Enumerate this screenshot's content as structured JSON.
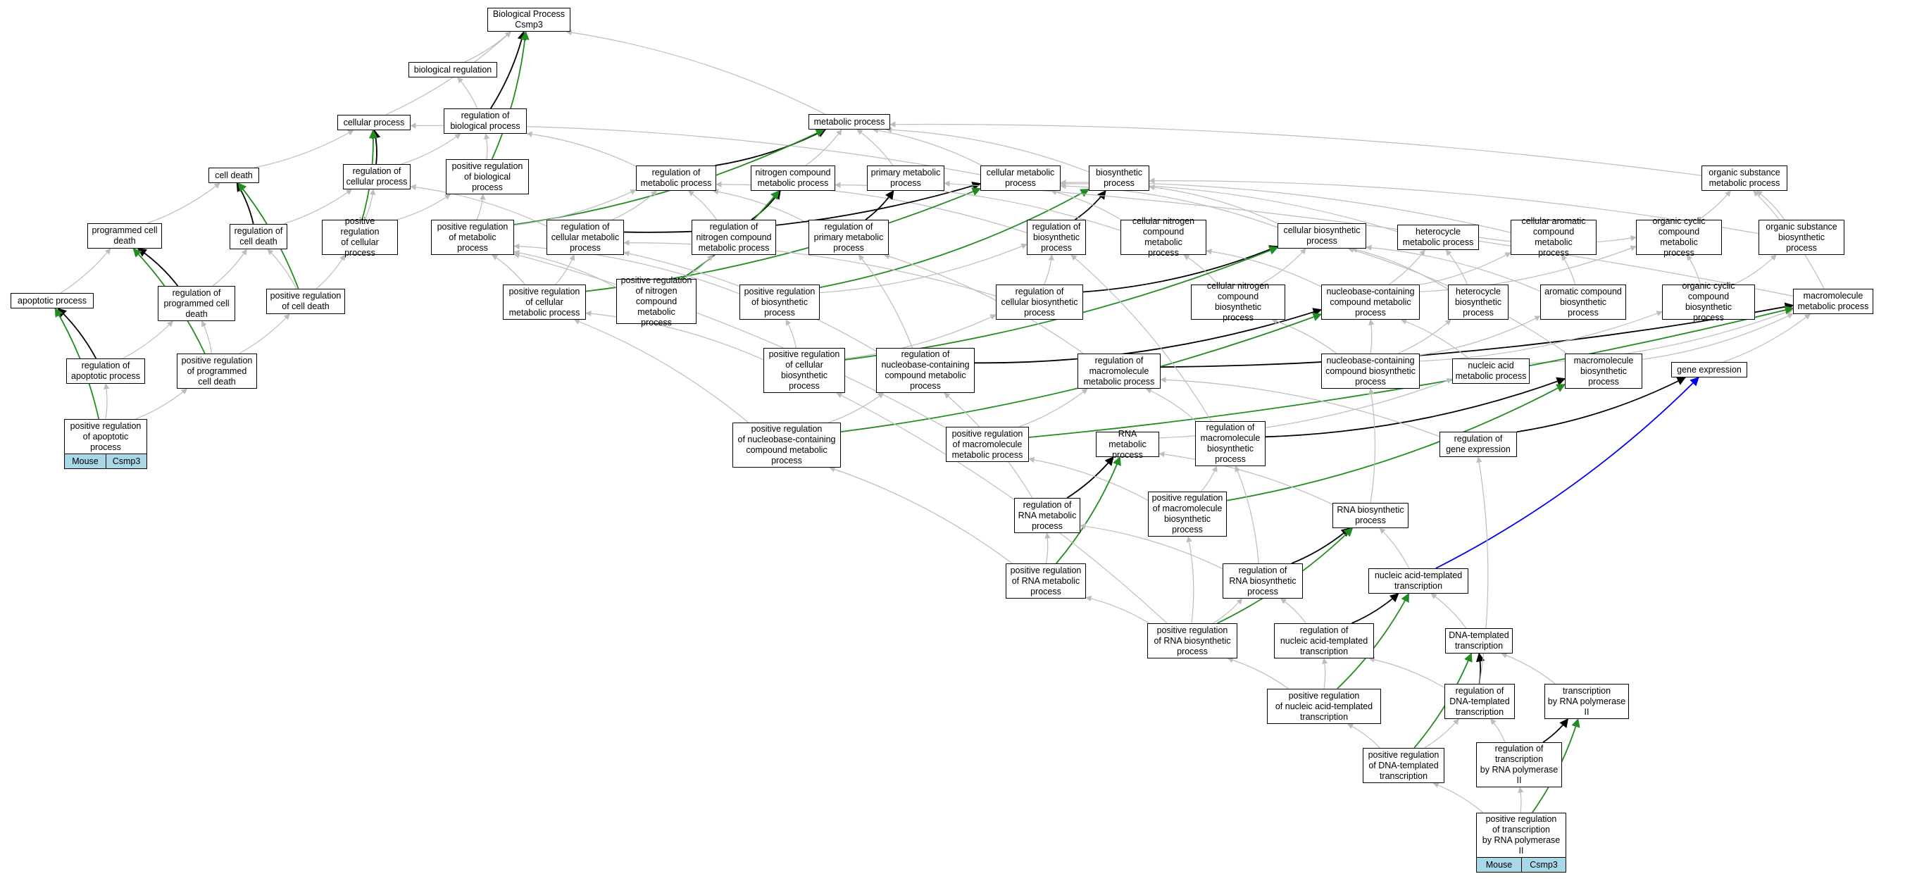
{
  "diagram": {
    "colors": {
      "is_a": "#bdbdbd",
      "regulates": "#000000",
      "positively_regulates": "#228b22",
      "part_of": "#0000ee",
      "annotation_fill": "#a8d8e8"
    },
    "nodes": [
      {
        "id": "bp",
        "label": "Biological Process\nCsmp3"
      },
      {
        "id": "bioreg",
        "label": "biological regulation"
      },
      {
        "id": "regbp",
        "label": "regulation of\nbiological process"
      },
      {
        "id": "cellproc",
        "label": "cellular process"
      },
      {
        "id": "posregbp",
        "label": "positive regulation\nof biological\nprocess"
      },
      {
        "id": "regcell",
        "label": "regulation of\ncellular process"
      },
      {
        "id": "celldeath",
        "label": "cell death"
      },
      {
        "id": "progcd",
        "label": "programmed cell\ndeath"
      },
      {
        "id": "regcd",
        "label": "regulation of\ncell death"
      },
      {
        "id": "posregcell",
        "label": "positive regulation\nof cellular\nprocess"
      },
      {
        "id": "apop",
        "label": "apoptotic process"
      },
      {
        "id": "regpcd",
        "label": "regulation of\nprogrammed cell\ndeath"
      },
      {
        "id": "posregcd",
        "label": "positive regulation\nof cell death"
      },
      {
        "id": "regapop",
        "label": "regulation of\napoptotic process"
      },
      {
        "id": "posregpcd",
        "label": "positive regulation\nof programmed\ncell death"
      },
      {
        "id": "posregapop",
        "label": "positive regulation\nof apoptotic\nprocess"
      },
      {
        "id": "metab",
        "label": "metabolic process"
      },
      {
        "id": "regmetab",
        "label": "regulation of\nmetabolic process"
      },
      {
        "id": "nitromet",
        "label": "nitrogen compound\nmetabolic process"
      },
      {
        "id": "primmet",
        "label": "primary metabolic\nprocess"
      },
      {
        "id": "cellmet",
        "label": "cellular metabolic\nprocess"
      },
      {
        "id": "biosyn",
        "label": "biosynthetic\nprocess"
      },
      {
        "id": "orgsubmet",
        "label": "organic substance\nmetabolic process"
      },
      {
        "id": "posregmetab",
        "label": "positive regulation\nof metabolic\nprocess"
      },
      {
        "id": "regcellmet",
        "label": "regulation of\ncellular metabolic\nprocess"
      },
      {
        "id": "regnitromet",
        "label": "regulation of\nnitrogen compound\nmetabolic process"
      },
      {
        "id": "regprimmet",
        "label": "regulation of\nprimary metabolic\nprocess"
      },
      {
        "id": "regbiosyn",
        "label": "regulation of\nbiosynthetic\nprocess"
      },
      {
        "id": "cellnitromet",
        "label": "cellular nitrogen\ncompound metabolic\nprocess"
      },
      {
        "id": "cellbiosyn",
        "label": "cellular biosynthetic\nprocess"
      },
      {
        "id": "heteromet",
        "label": "heterocycle\nmetabolic process"
      },
      {
        "id": "cellarommet",
        "label": "cellular aromatic\ncompound metabolic\nprocess"
      },
      {
        "id": "orgcycmet",
        "label": "organic cyclic\ncompound metabolic\nprocess"
      },
      {
        "id": "orgsubbiosyn",
        "label": "organic substance\nbiosynthetic\nprocess"
      },
      {
        "id": "posregcellmet",
        "label": "positive regulation\nof cellular\nmetabolic process"
      },
      {
        "id": "posregnitromet",
        "label": "positive regulation\nof nitrogen\ncompound metabolic\nprocess"
      },
      {
        "id": "posregbiosyn",
        "label": "positive regulation\nof biosynthetic\nprocess"
      },
      {
        "id": "regcellbiosyn",
        "label": "regulation of\ncellular biosynthetic\nprocess"
      },
      {
        "id": "cellnitrobiosyn",
        "label": "cellular nitrogen\ncompound biosynthetic\nprocess"
      },
      {
        "id": "nbcmet",
        "label": "nucleobase-containing\ncompound metabolic\nprocess"
      },
      {
        "id": "heterobiosyn",
        "label": "heterocycle\nbiosynthetic\nprocess"
      },
      {
        "id": "arombiosyn",
        "label": "aromatic compound\nbiosynthetic\nprocess"
      },
      {
        "id": "orgcycbiosyn",
        "label": "organic cyclic\ncompound biosynthetic\nprocess"
      },
      {
        "id": "macromet",
        "label": "macromolecule\nmetabolic process"
      },
      {
        "id": "posregcellbiosyn",
        "label": "positive regulation\nof cellular\nbiosynthetic\nprocess"
      },
      {
        "id": "regnbcmet",
        "label": "regulation of\nnucleobase-containing\ncompound metabolic\nprocess"
      },
      {
        "id": "regmacromet",
        "label": "regulation of\nmacromolecule\nmetabolic process"
      },
      {
        "id": "nbcbiosyn",
        "label": "nucleobase-containing\ncompound biosynthetic\nprocess"
      },
      {
        "id": "nucacidmet",
        "label": "nucleic acid\nmetabolic process"
      },
      {
        "id": "macrobiosyn",
        "label": "macromolecule\nbiosynthetic\nprocess"
      },
      {
        "id": "geneexp",
        "label": "gene expression"
      },
      {
        "id": "posregnbcmet",
        "label": "positive regulation\nof nucleobase-containing\ncompound metabolic\nprocess"
      },
      {
        "id": "posregmacromet",
        "label": "positive regulation\nof macromolecule\nmetabolic process"
      },
      {
        "id": "rnamet",
        "label": "RNA metabolic\nprocess"
      },
      {
        "id": "regmacrobiosyn",
        "label": "regulation of\nmacromolecule\nbiosynthetic\nprocess"
      },
      {
        "id": "reggeneexp",
        "label": "regulation of\ngene expression"
      },
      {
        "id": "regrnamet",
        "label": "regulation of\nRNA metabolic\nprocess"
      },
      {
        "id": "posregmacrobiosyn",
        "label": "positive regulation\nof macromolecule\nbiosynthetic\nprocess"
      },
      {
        "id": "rnabiosyn",
        "label": "RNA biosynthetic\nprocess"
      },
      {
        "id": "posregrnamet",
        "label": "positive regulation\nof RNA metabolic\nprocess"
      },
      {
        "id": "regrnabiosyn",
        "label": "regulation of\nRNA biosynthetic\nprocess"
      },
      {
        "id": "natrans",
        "label": "nucleic acid-templated\ntranscription"
      },
      {
        "id": "posregrnabiosyn",
        "label": "positive regulation\nof RNA biosynthetic\nprocess"
      },
      {
        "id": "regnatrans",
        "label": "regulation of\nnucleic acid-templated\ntranscription"
      },
      {
        "id": "dnatrans",
        "label": "DNA-templated\ntranscription"
      },
      {
        "id": "posregnatrans",
        "label": "positive regulation\nof nucleic acid-templated\ntranscription"
      },
      {
        "id": "regdnatrans",
        "label": "regulation of\nDNA-templated\ntranscription"
      },
      {
        "id": "transpol2",
        "label": "transcription\nby RNA polymerase\nII"
      },
      {
        "id": "posregdnatrans",
        "label": "positive regulation\nof DNA-templated\ntranscription"
      },
      {
        "id": "regtranspol2",
        "label": "regulation of\ntranscription\nby RNA polymerase\nII"
      },
      {
        "id": "posregtranspol2",
        "label": "positive regulation\nof transcription\nby RNA polymerase\nII"
      }
    ],
    "annotations": [
      {
        "node": "posregapop",
        "cells": [
          "Mouse",
          "Csmp3"
        ]
      },
      {
        "node": "posregtranspol2",
        "cells": [
          "Mouse",
          "Csmp3"
        ]
      }
    ],
    "edges": [
      [
        "bioreg",
        "bp",
        "is_a"
      ],
      [
        "regbp",
        "bp",
        "regulates"
      ],
      [
        "cellproc",
        "bp",
        "is_a"
      ],
      [
        "posregbp",
        "bp",
        "positively_regulates"
      ],
      [
        "metab",
        "bp",
        "is_a"
      ],
      [
        "regbp",
        "bioreg",
        "is_a"
      ],
      [
        "posregbp",
        "regbp",
        "is_a"
      ],
      [
        "regcell",
        "regbp",
        "is_a"
      ],
      [
        "regmetab",
        "regbp",
        "is_a"
      ],
      [
        "regcell",
        "cellproc",
        "regulates"
      ],
      [
        "posregcell",
        "cellproc",
        "positively_regulates"
      ],
      [
        "celldeath",
        "cellproc",
        "is_a"
      ],
      [
        "cellmet",
        "cellproc",
        "is_a"
      ],
      [
        "posregcell",
        "regcell",
        "is_a"
      ],
      [
        "posregcell",
        "posregbp",
        "is_a"
      ],
      [
        "posregmetab",
        "posregbp",
        "is_a"
      ],
      [
        "regcd",
        "regcell",
        "is_a"
      ],
      [
        "regcellmet",
        "regcell",
        "is_a"
      ],
      [
        "progcd",
        "celldeath",
        "is_a"
      ],
      [
        "regcd",
        "celldeath",
        "regulates"
      ],
      [
        "posregcd",
        "celldeath",
        "positively_regulates"
      ],
      [
        "apop",
        "progcd",
        "is_a"
      ],
      [
        "regpcd",
        "progcd",
        "regulates"
      ],
      [
        "posregpcd",
        "progcd",
        "positively_regulates"
      ],
      [
        "regpcd",
        "regcd",
        "is_a"
      ],
      [
        "posregcd",
        "regcd",
        "is_a"
      ],
      [
        "posregcd",
        "posregcell",
        "is_a"
      ],
      [
        "posregpcd",
        "posregcd",
        "is_a"
      ],
      [
        "posregpcd",
        "regpcd",
        "is_a"
      ],
      [
        "regapop",
        "apop",
        "regulates"
      ],
      [
        "posregapop",
        "apop",
        "positively_regulates"
      ],
      [
        "regapop",
        "regpcd",
        "is_a"
      ],
      [
        "posregapop",
        "regapop",
        "is_a"
      ],
      [
        "posregapop",
        "posregpcd",
        "is_a"
      ],
      [
        "regmetab",
        "metab",
        "regulates"
      ],
      [
        "posregmetab",
        "metab",
        "positively_regulates"
      ],
      [
        "nitromet",
        "metab",
        "is_a"
      ],
      [
        "primmet",
        "metab",
        "is_a"
      ],
      [
        "cellmet",
        "metab",
        "is_a"
      ],
      [
        "biosyn",
        "metab",
        "is_a"
      ],
      [
        "orgsubmet",
        "metab",
        "is_a"
      ],
      [
        "posregmetab",
        "regmetab",
        "is_a"
      ],
      [
        "regcellmet",
        "regmetab",
        "is_a"
      ],
      [
        "regnitromet",
        "regmetab",
        "is_a"
      ],
      [
        "regprimmet",
        "regmetab",
        "is_a"
      ],
      [
        "regbiosyn",
        "regmetab",
        "is_a"
      ],
      [
        "regcellmet",
        "cellmet",
        "regulates"
      ],
      [
        "regnitromet",
        "nitromet",
        "regulates"
      ],
      [
        "posregnitromet",
        "nitromet",
        "positively_regulates"
      ],
      [
        "regprimmet",
        "primmet",
        "regulates"
      ],
      [
        "regbiosyn",
        "biosyn",
        "regulates"
      ],
      [
        "posregbiosyn",
        "biosyn",
        "positively_regulates"
      ],
      [
        "posregcellmet",
        "cellmet",
        "positively_regulates"
      ],
      [
        "cellnitromet",
        "nitromet",
        "is_a"
      ],
      [
        "cellnitromet",
        "cellmet",
        "is_a"
      ],
      [
        "cellbiosyn",
        "biosyn",
        "is_a"
      ],
      [
        "cellbiosyn",
        "cellmet",
        "is_a"
      ],
      [
        "heteromet",
        "orgcycmet",
        "is_a"
      ],
      [
        "heteromet",
        "cellmet",
        "is_a"
      ],
      [
        "cellarommet",
        "cellmet",
        "is_a"
      ],
      [
        "orgcycmet",
        "orgsubmet",
        "is_a"
      ],
      [
        "orgsubbiosyn",
        "orgsubmet",
        "is_a"
      ],
      [
        "orgsubbiosyn",
        "biosyn",
        "is_a"
      ],
      [
        "posregcellmet",
        "regcellmet",
        "is_a"
      ],
      [
        "posregcellmet",
        "posregmetab",
        "is_a"
      ],
      [
        "posregnitromet",
        "regnitromet",
        "is_a"
      ],
      [
        "posregnitromet",
        "posregmetab",
        "is_a"
      ],
      [
        "posregbiosyn",
        "regbiosyn",
        "is_a"
      ],
      [
        "posregbiosyn",
        "posregmetab",
        "is_a"
      ],
      [
        "regcellbiosyn",
        "regbiosyn",
        "is_a"
      ],
      [
        "regcellbiosyn",
        "regcellmet",
        "is_a"
      ],
      [
        "regcellbiosyn",
        "cellbiosyn",
        "regulates"
      ],
      [
        "cellnitrobiosyn",
        "cellnitromet",
        "is_a"
      ],
      [
        "cellnitrobiosyn",
        "cellbiosyn",
        "is_a"
      ],
      [
        "nbcmet",
        "cellnitromet",
        "is_a"
      ],
      [
        "nbcmet",
        "heteromet",
        "is_a"
      ],
      [
        "nbcmet",
        "cellarommet",
        "is_a"
      ],
      [
        "nbcmet",
        "orgcycmet",
        "is_a"
      ],
      [
        "heterobiosyn",
        "heteromet",
        "is_a"
      ],
      [
        "heterobiosyn",
        "cellbiosyn",
        "is_a"
      ],
      [
        "arombiosyn",
        "cellarommet",
        "is_a"
      ],
      [
        "arombiosyn",
        "cellbiosyn",
        "is_a"
      ],
      [
        "orgcycbiosyn",
        "orgcycmet",
        "is_a"
      ],
      [
        "orgcycbiosyn",
        "orgsubbiosyn",
        "is_a"
      ],
      [
        "macromet",
        "primmet",
        "is_a"
      ],
      [
        "macromet",
        "orgsubmet",
        "is_a"
      ],
      [
        "posregcellbiosyn",
        "posregbiosyn",
        "is_a"
      ],
      [
        "posregcellbiosyn",
        "posregcellmet",
        "is_a"
      ],
      [
        "posregcellbiosyn",
        "regcellbiosyn",
        "is_a"
      ],
      [
        "posregcellbiosyn",
        "cellbiosyn",
        "positively_regulates"
      ],
      [
        "regnbcmet",
        "regcellmet",
        "is_a"
      ],
      [
        "regnbcmet",
        "regprimmet",
        "is_a"
      ],
      [
        "regnbcmet",
        "nbcmet",
        "regulates"
      ],
      [
        "regmacromet",
        "regprimmet",
        "is_a"
      ],
      [
        "regmacromet",
        "macromet",
        "regulates"
      ],
      [
        "nbcbiosyn",
        "nbcmet",
        "is_a"
      ],
      [
        "nbcbiosyn",
        "cellnitrobiosyn",
        "is_a"
      ],
      [
        "nbcbiosyn",
        "heterobiosyn",
        "is_a"
      ],
      [
        "nbcbiosyn",
        "arombiosyn",
        "is_a"
      ],
      [
        "nbcbiosyn",
        "orgcycbiosyn",
        "is_a"
      ],
      [
        "nucacidmet",
        "nbcmet",
        "is_a"
      ],
      [
        "nucacidmet",
        "macromet",
        "is_a"
      ],
      [
        "macrobiosyn",
        "macromet",
        "is_a"
      ],
      [
        "macrobiosyn",
        "cellbiosyn",
        "is_a"
      ],
      [
        "geneexp",
        "macromet",
        "is_a"
      ],
      [
        "posregnbcmet",
        "regnbcmet",
        "is_a"
      ],
      [
        "posregnbcmet",
        "posregcellmet",
        "is_a"
      ],
      [
        "posregnbcmet",
        "nbcmet",
        "positively_regulates"
      ],
      [
        "posregmacromet",
        "regmacromet",
        "is_a"
      ],
      [
        "posregmacromet",
        "posregmetab",
        "is_a"
      ],
      [
        "posregmacromet",
        "macromet",
        "positively_regulates"
      ],
      [
        "rnamet",
        "nucacidmet",
        "is_a"
      ],
      [
        "regmacrobiosyn",
        "regmacromet",
        "is_a"
      ],
      [
        "regmacrobiosyn",
        "regbiosyn",
        "is_a"
      ],
      [
        "regmacrobiosyn",
        "macrobiosyn",
        "regulates"
      ],
      [
        "reggeneexp",
        "regmacromet",
        "is_a"
      ],
      [
        "reggeneexp",
        "geneexp",
        "regulates"
      ],
      [
        "regrnamet",
        "regnbcmet",
        "is_a"
      ],
      [
        "regrnamet",
        "rnamet",
        "regulates"
      ],
      [
        "posregmacrobiosyn",
        "regmacrobiosyn",
        "is_a"
      ],
      [
        "posregmacrobiosyn",
        "posregmacromet",
        "is_a"
      ],
      [
        "posregmacrobiosyn",
        "macrobiosyn",
        "positively_regulates"
      ],
      [
        "rnabiosyn",
        "rnamet",
        "is_a"
      ],
      [
        "rnabiosyn",
        "nbcbiosyn",
        "is_a"
      ],
      [
        "posregrnamet",
        "regrnamet",
        "is_a"
      ],
      [
        "posregrnamet",
        "posregnbcmet",
        "is_a"
      ],
      [
        "posregrnamet",
        "rnamet",
        "positively_regulates"
      ],
      [
        "regrnabiosyn",
        "regrnamet",
        "is_a"
      ],
      [
        "regrnabiosyn",
        "regmacrobiosyn",
        "is_a"
      ],
      [
        "regrnabiosyn",
        "rnabiosyn",
        "regulates"
      ],
      [
        "natrans",
        "rnabiosyn",
        "is_a"
      ],
      [
        "natrans",
        "geneexp",
        "part_of"
      ],
      [
        "posregrnabiosyn",
        "regrnabiosyn",
        "is_a"
      ],
      [
        "posregrnabiosyn",
        "posregrnamet",
        "is_a"
      ],
      [
        "posregrnabiosyn",
        "posregmacrobiosyn",
        "is_a"
      ],
      [
        "posregrnabiosyn",
        "rnabiosyn",
        "positively_regulates"
      ],
      [
        "posregrnabiosyn",
        "posregcellbiosyn",
        "is_a"
      ],
      [
        "regnatrans",
        "regrnabiosyn",
        "is_a"
      ],
      [
        "regnatrans",
        "natrans",
        "regulates"
      ],
      [
        "dnatrans",
        "natrans",
        "is_a"
      ],
      [
        "posregnatrans",
        "regnatrans",
        "is_a"
      ],
      [
        "posregnatrans",
        "posregrnabiosyn",
        "is_a"
      ],
      [
        "posregnatrans",
        "natrans",
        "positively_regulates"
      ],
      [
        "regdnatrans",
        "regnatrans",
        "is_a"
      ],
      [
        "regdnatrans",
        "dnatrans",
        "regulates"
      ],
      [
        "transpol2",
        "dnatrans",
        "is_a"
      ],
      [
        "posregdnatrans",
        "regdnatrans",
        "is_a"
      ],
      [
        "posregdnatrans",
        "posregnatrans",
        "is_a"
      ],
      [
        "posregdnatrans",
        "dnatrans",
        "positively_regulates"
      ],
      [
        "regtranspol2",
        "regdnatrans",
        "is_a"
      ],
      [
        "regtranspol2",
        "transpol2",
        "regulates"
      ],
      [
        "posregtranspol2",
        "regtranspol2",
        "is_a"
      ],
      [
        "posregtranspol2",
        "posregdnatrans",
        "is_a"
      ],
      [
        "posregtranspol2",
        "transpol2",
        "positively_regulates"
      ],
      [
        "reggeneexp",
        "geneexp",
        "regulates"
      ],
      [
        "regdnatrans",
        "reggeneexp",
        "is_a"
      ]
    ]
  }
}
